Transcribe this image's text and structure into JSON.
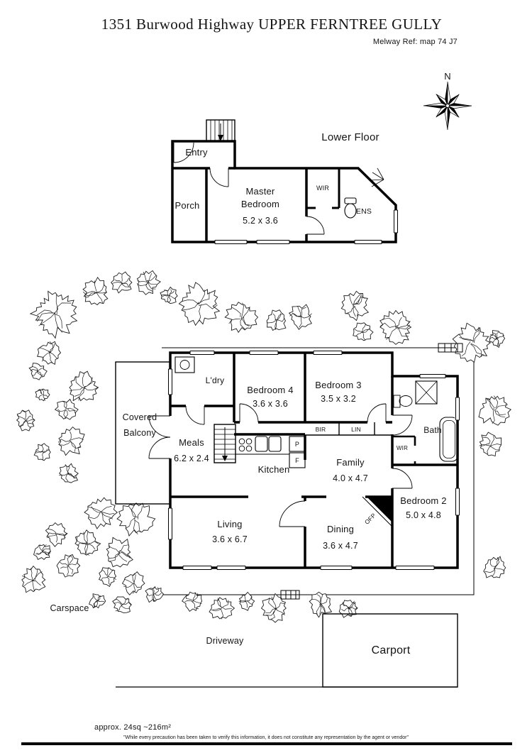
{
  "header": {
    "title": "1351 Burwood Highway UPPER FERNTREE GULLY",
    "melway": "Melway Ref: map 74 J7"
  },
  "compass": {
    "label": "N"
  },
  "lower": {
    "section_label": "Lower Floor",
    "entry": "Entry",
    "porch": "Porch",
    "master1": "Master",
    "master2": "Bedroom",
    "master_dims": "5.2 x 3.6",
    "wir": "WIR",
    "ens": "ENS"
  },
  "main": {
    "ldry": "L'dry",
    "bedroom4": "Bedroom 4",
    "bedroom4_dims": "3.6 x 3.6",
    "bedroom3": "Bedroom 3",
    "bedroom3_dims": "3.5 x 3.2",
    "covered1": "Covered",
    "covered2": "Balcony",
    "meals": "Meals",
    "meals_dims": "6.2 x 2.4",
    "kitchen": "Kitchen",
    "bir": "BIR",
    "lin": "LIN",
    "bath": "Bath",
    "wir": "WIR",
    "family": "Family",
    "family_dims": "4.0 x 4.7",
    "pantry": "P",
    "fridge": "F",
    "bedroom2": "Bedroom 2",
    "bedroom2_dims": "5.0 x 4.8",
    "living": "Living",
    "living_dims": "3.6 x 6.7",
    "dining": "Dining",
    "dining_dims": "3.6 x 4.7",
    "ofp": "OFP"
  },
  "site": {
    "carspace": "Carspace",
    "driveway": "Driveway",
    "carport": "Carport"
  },
  "footer": {
    "area": "approx. 24sq ~216m²",
    "disclaimer": "\"While every precaution has been taken to verify this information, it does not constitute any representation by the agent or vendor\""
  }
}
